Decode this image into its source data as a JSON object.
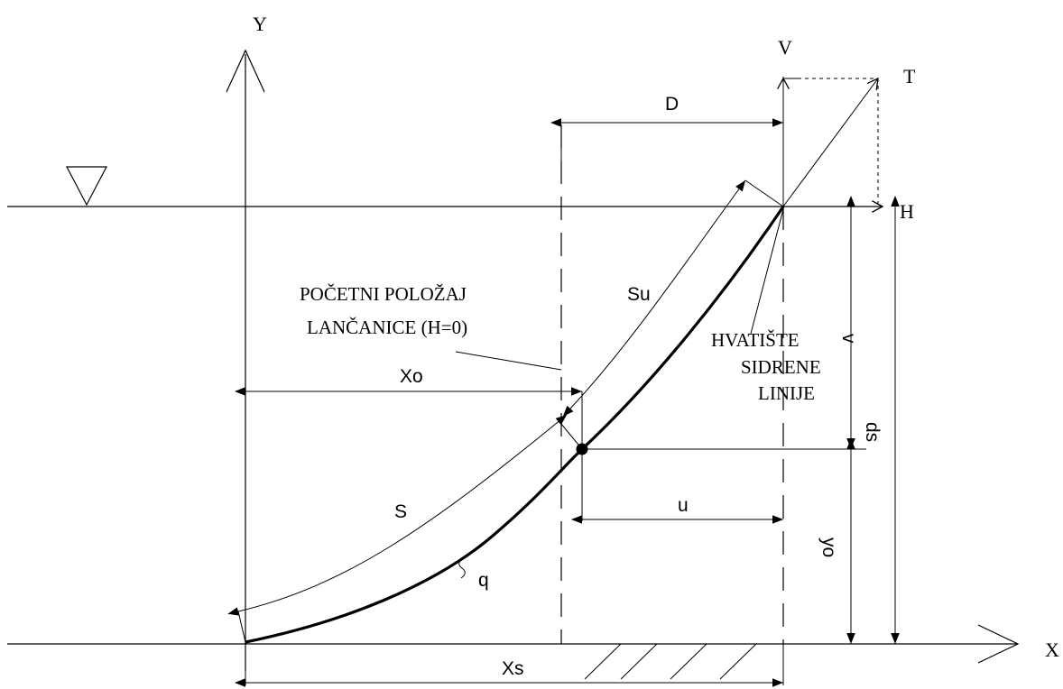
{
  "labels": {
    "y_axis": "Y",
    "x_axis": "X",
    "v_force": "V",
    "t_force": "T",
    "h_force": "H",
    "d_dim": "D",
    "su_length": "Su",
    "s_length": "S",
    "xo_dim": "Xo",
    "u_dim": "u",
    "xs_dim": "Xs",
    "v_dim": "v",
    "ds_dim": "ds",
    "yo_dim": "yo",
    "q_load": "q",
    "initial_position_line1": "POČETNI POLOŽAJ",
    "initial_position_line2": "LANČANICE (H=0)",
    "attachment_line1": "HVATIŠTE",
    "attachment_line2": "SIDRENE",
    "attachment_line3": "LINIJE"
  }
}
